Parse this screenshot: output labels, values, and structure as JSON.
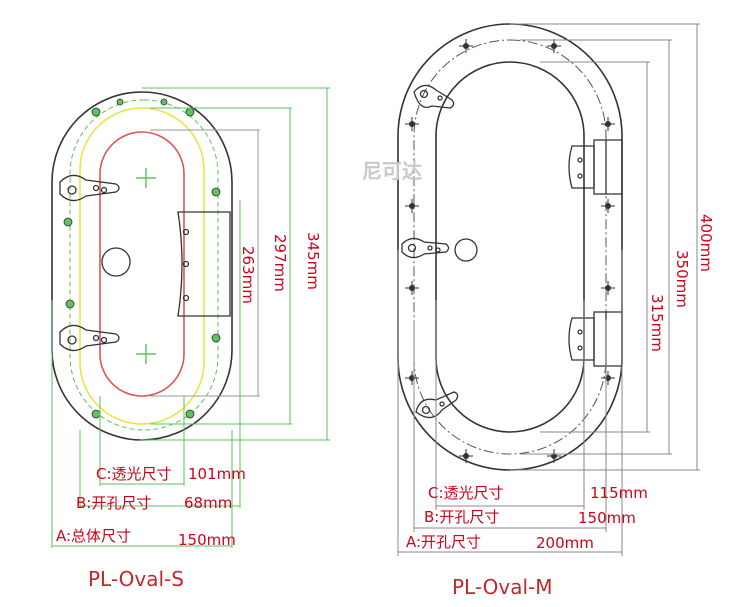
{
  "watermark": "尼可达",
  "small_model": {
    "caption": "PL-Oval-S",
    "height_dims": [
      "263mm",
      "297mm",
      "345mm"
    ],
    "width_dims": [
      {
        "label": "C:透光尺寸",
        "value": "101mm"
      },
      {
        "label": "B:开孔尺寸",
        "value": "68mm"
      },
      {
        "label": "A:总体尺寸",
        "value": "150mm"
      }
    ]
  },
  "medium_model": {
    "caption": "PL-Oval-M",
    "height_dims": [
      "315mm",
      "350mm",
      "400mm"
    ],
    "width_dims": [
      {
        "label": "C:透光尺寸",
        "value": "115mm"
      },
      {
        "label": "B:开孔尺寸",
        "value": "150mm"
      },
      {
        "label": "A:开孔尺寸",
        "value": "200mm"
      }
    ]
  },
  "colors": {
    "line": "#333333",
    "dim_green": "#5ec25e",
    "dim_gray": "#999999",
    "yellow": "#e6e64a",
    "red_outline": "#e05555",
    "text_red": "#d0021b"
  }
}
